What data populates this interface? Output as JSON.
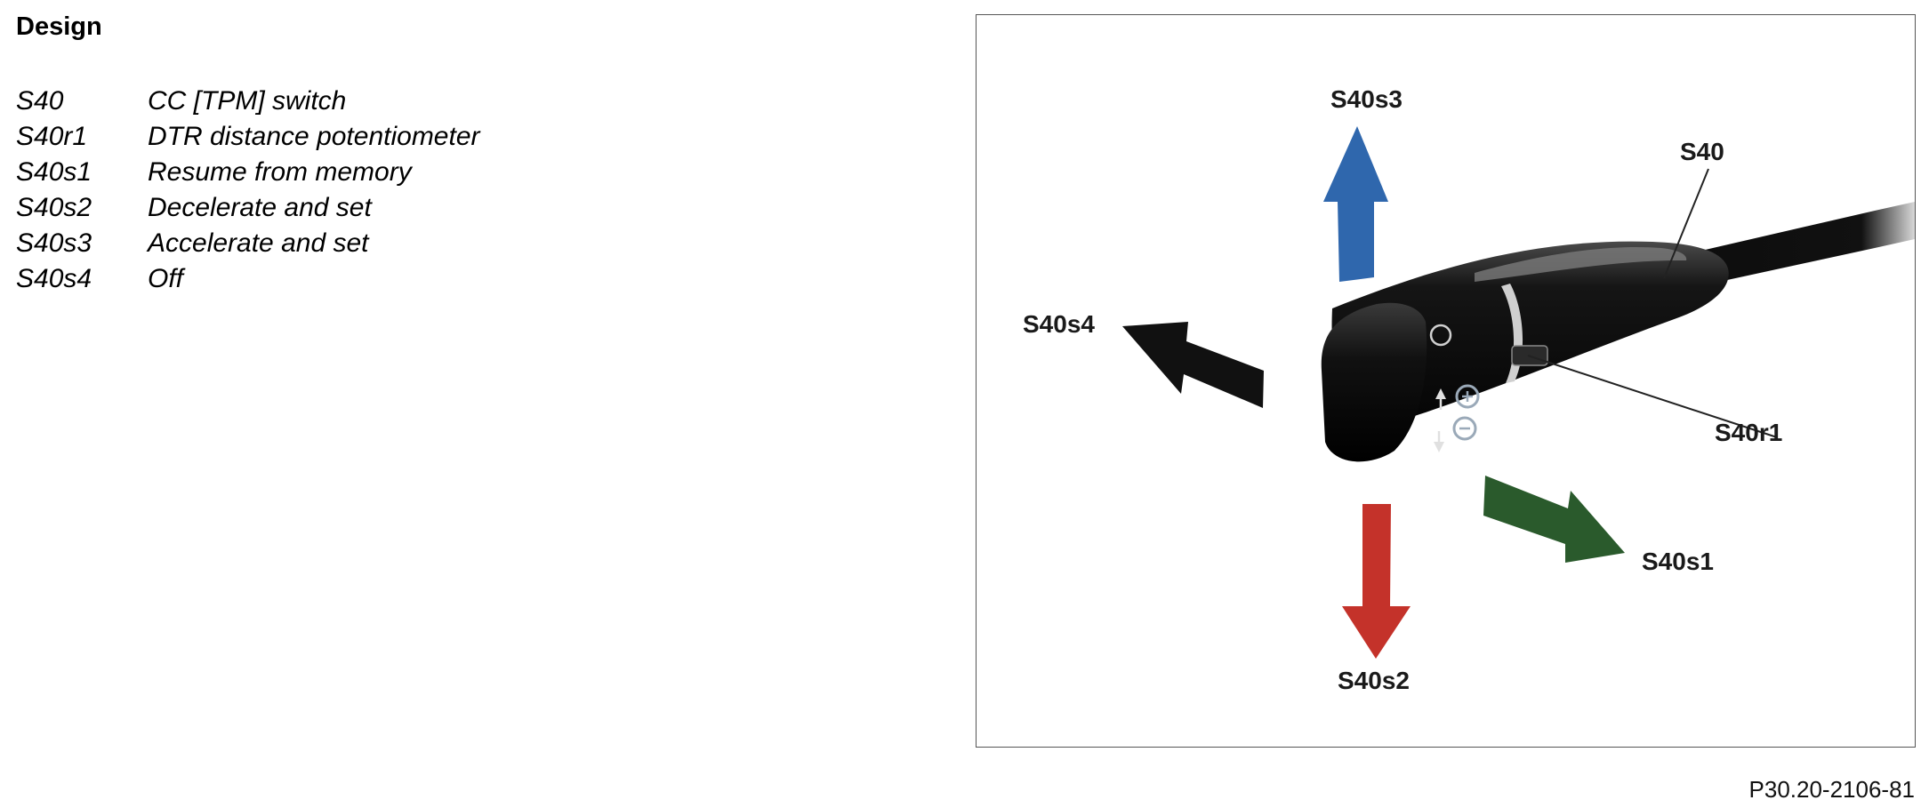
{
  "heading": "Design",
  "legend": [
    {
      "code": "S40",
      "description": "CC [TPM] switch"
    },
    {
      "code": "S40r1",
      "description": "DTR distance potentiometer"
    },
    {
      "code": "S40s1",
      "description": "Resume from memory"
    },
    {
      "code": "S40s2",
      "description": "Decelerate and set"
    },
    {
      "code": "S40s3",
      "description": "Accelerate and set"
    },
    {
      "code": "S40s4",
      "description": "Off"
    }
  ],
  "diagram": {
    "callouts": {
      "s40s3": "S40s3",
      "s40": "S40",
      "s40s4": "S40s4",
      "s40r1": "S40r1",
      "s40s1": "S40s1",
      "s40s2": "S40s2"
    },
    "arrow_colors": {
      "s40s3": "#2f67ad",
      "s40s4": "#111111",
      "s40s1": "#2a5a2c",
      "s40s2": "#c4322a"
    },
    "lever_color": "#0d0d0d"
  },
  "figure_code": "P30.20-2106-81"
}
